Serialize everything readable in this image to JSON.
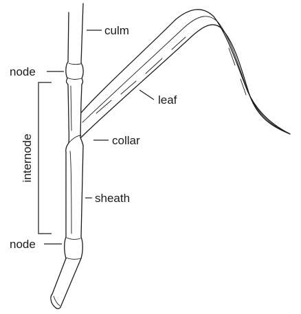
{
  "labels": {
    "culm": "culm",
    "node_top": "node",
    "leaf": "leaf",
    "collar": "collar",
    "internode": "internode",
    "sheath": "sheath",
    "node_bottom": "node"
  }
}
